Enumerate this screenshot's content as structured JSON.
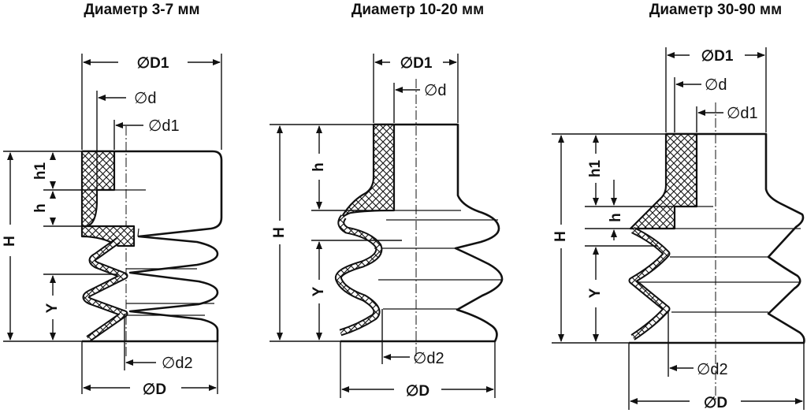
{
  "diagrams": [
    {
      "title": "Диаметр 3-7 мм",
      "labels": {
        "D1": "∅D1",
        "d": "∅d",
        "d1": "∅d1",
        "h1": "h1",
        "h": "h",
        "H": "H",
        "Y": "Y",
        "d2": "∅d2",
        "D": "∅D"
      }
    },
    {
      "title": "Диаметр 10-20 мм",
      "labels": {
        "D1": "∅D1",
        "d": "∅d",
        "h": "h",
        "H": "H",
        "Y": "Y",
        "d2": "∅d2",
        "D": "∅D"
      }
    },
    {
      "title": "Диаметр 30-90 мм",
      "labels": {
        "D1": "∅D1",
        "d": "∅d",
        "d1": "∅d1",
        "h1": "h1",
        "h": "h",
        "H": "H",
        "Y": "Y",
        "d2": "∅d2",
        "D": "∅D"
      }
    }
  ],
  "colors": {
    "ink": "#111111",
    "background": "#ffffff"
  }
}
